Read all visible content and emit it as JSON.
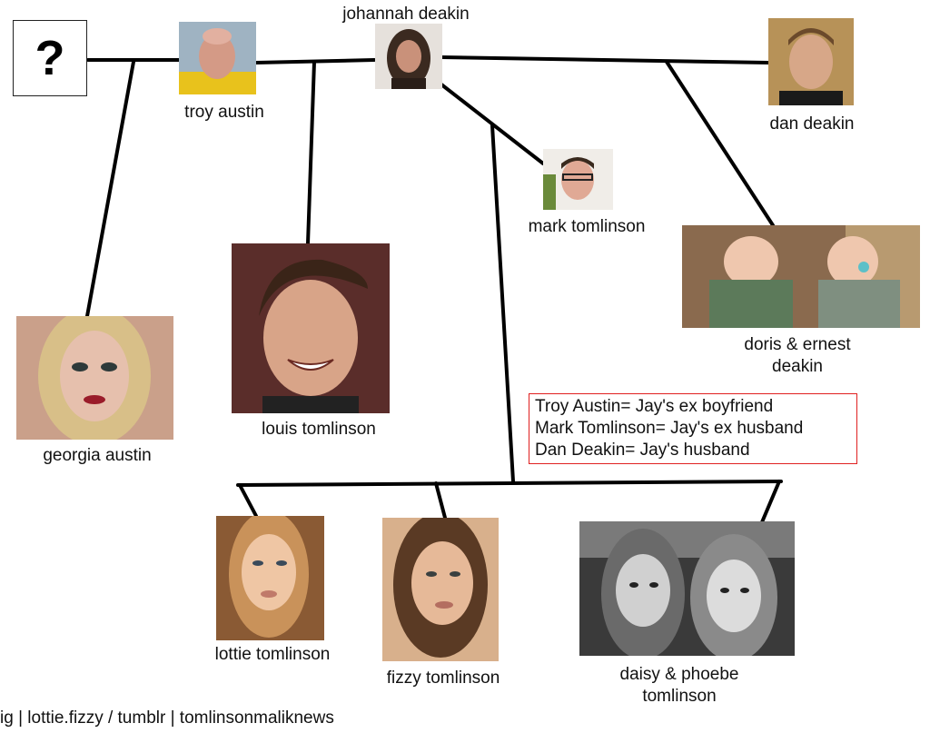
{
  "unknown": {
    "symbol": "?"
  },
  "people": {
    "johannah": "johannah deakin",
    "troy": "troy austin",
    "dan": "dan deakin",
    "mark": "mark tomlinson",
    "louis": "louis tomlinson",
    "georgia": "georgia austin",
    "doris_ernest": [
      "doris & ernest",
      "deakin"
    ],
    "lottie": "lottie tomlinson",
    "fizzy": "fizzy tomlinson",
    "daisy_phoebe": [
      "daisy & phoebe",
      "tomlinson"
    ]
  },
  "note": [
    "Troy Austin= Jay's ex boyfriend",
    "Mark Tomlinson= Jay's ex husband",
    "Dan Deakin= Jay's husband"
  ],
  "credit": "ig | lottie.fizzy / tumblr | tomlinsonmaliknews",
  "colors": {
    "note_border": "#e02020",
    "line": "#000000"
  }
}
